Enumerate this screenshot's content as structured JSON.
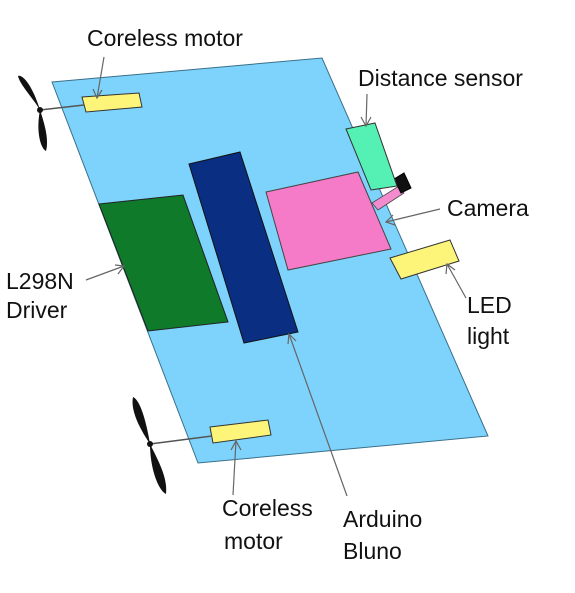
{
  "labels": {
    "coreless_motor_top": "Coreless motor",
    "distance_sensor": "Distance sensor",
    "camera": "Camera",
    "l298n_line1": "L298N",
    "l298n_line2": "Driver",
    "led_line1": "LED",
    "led_line2": "light",
    "coreless_motor_bottom_line1": "Coreless",
    "coreless_motor_bottom_line2": "motor",
    "arduino_line1": "Arduino",
    "arduino_line2": "Bluno"
  },
  "colors": {
    "board": "#7dd3fb",
    "driver": "#0e7a2a",
    "arduino": "#0a2f82",
    "camera_board": "#f57ac7",
    "sensor": "#55f0b4",
    "motor": "#fdf57a",
    "led": "#fdf57a",
    "propeller": "#111111",
    "outline": "#333333",
    "ribbon": "#f28ccf"
  }
}
